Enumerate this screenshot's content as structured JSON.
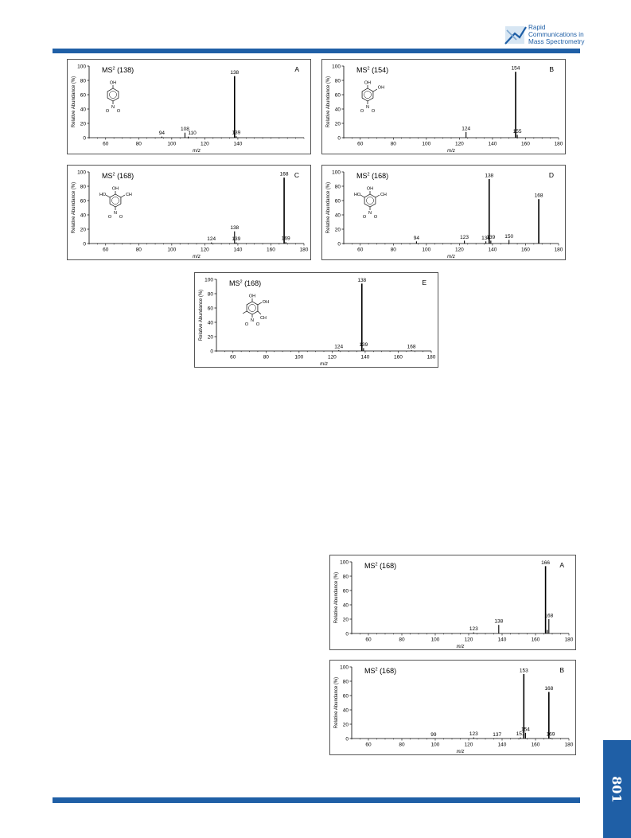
{
  "header": {
    "journal_lines": [
      "Rapid",
      "Communications in",
      "Mass Spectrometry"
    ],
    "accent_color": "#1f5fa6"
  },
  "page_number": "801",
  "chart_data": [
    {
      "type": "bar",
      "panel_label": "A",
      "title": "MS",
      "title_superscript": "2",
      "title_suffix": " (138)",
      "xlabel": "m/z",
      "ylabel": "Relative Abundance (%)",
      "xlim": [
        50,
        180
      ],
      "ylim": [
        0,
        100
      ],
      "xticks": [
        60,
        80,
        100,
        120,
        140
      ],
      "yticks": [
        0,
        20,
        40,
        60,
        80,
        100
      ],
      "peaks": [
        {
          "mz": 94,
          "abundance": 1.5,
          "label": "94"
        },
        {
          "mz": 108,
          "abundance": 7,
          "label": "108"
        },
        {
          "mz": 110,
          "abundance": 1.5,
          "label": "110"
        },
        {
          "mz": 138,
          "abundance": 86,
          "label": "138"
        },
        {
          "mz": 139,
          "abundance": 2,
          "label": "139"
        }
      ],
      "structure_labels": [
        "OH",
        "N",
        "O",
        "O"
      ]
    },
    {
      "type": "bar",
      "panel_label": "B",
      "title": "MS",
      "title_superscript": "2",
      "title_suffix": " (154)",
      "xlabel": "m/z",
      "ylabel": "Relative Abundance (%)",
      "xlim": [
        50,
        180
      ],
      "ylim": [
        0,
        100
      ],
      "xticks": [
        60,
        80,
        100,
        120,
        140,
        160,
        180
      ],
      "yticks": [
        0,
        20,
        40,
        60,
        80,
        100
      ],
      "peaks": [
        {
          "mz": 124,
          "abundance": 8,
          "label": "124"
        },
        {
          "mz": 154,
          "abundance": 92,
          "label": "154"
        },
        {
          "mz": 155,
          "abundance": 4,
          "label": "155"
        }
      ],
      "structure_labels": [
        "OH",
        "OH",
        "N",
        "O",
        "O"
      ]
    },
    {
      "type": "bar",
      "panel_label": "C",
      "title": "MS",
      "title_superscript": "2",
      "title_suffix": " (168)",
      "xlabel": "m/z",
      "ylabel": "Relative Abundance (%)",
      "xlim": [
        50,
        180
      ],
      "ylim": [
        0,
        100
      ],
      "xticks": [
        60,
        80,
        100,
        120,
        140,
        160,
        180
      ],
      "yticks": [
        0,
        20,
        40,
        60,
        80,
        100
      ],
      "peaks": [
        {
          "mz": 124,
          "abundance": 1.5,
          "label": "124"
        },
        {
          "mz": 138,
          "abundance": 17,
          "label": "138"
        },
        {
          "mz": 139,
          "abundance": 1.5,
          "label": "139"
        },
        {
          "mz": 168,
          "abundance": 92,
          "label": "168"
        },
        {
          "mz": 169,
          "abundance": 2,
          "label": "169"
        }
      ],
      "structure_labels": [
        "OH",
        "HO",
        "CH",
        "N",
        "O",
        "O"
      ]
    },
    {
      "type": "bar",
      "panel_label": "D",
      "title": "MS",
      "title_superscript": "2",
      "title_suffix": " (168)",
      "xlabel": "m/z",
      "ylabel": "Relative Abundance (%)",
      "xlim": [
        50,
        180
      ],
      "ylim": [
        0,
        100
      ],
      "xticks": [
        60,
        80,
        100,
        120,
        140,
        160,
        180
      ],
      "yticks": [
        0,
        20,
        40,
        60,
        80,
        100
      ],
      "peaks": [
        {
          "mz": 94,
          "abundance": 3,
          "label": "94"
        },
        {
          "mz": 123,
          "abundance": 4,
          "label": "123"
        },
        {
          "mz": 136,
          "abundance": 3,
          "label": "136"
        },
        {
          "mz": 138,
          "abundance": 90,
          "label": "138"
        },
        {
          "mz": 139,
          "abundance": 4,
          "label": "139"
        },
        {
          "mz": 150,
          "abundance": 5,
          "label": "150"
        },
        {
          "mz": 168,
          "abundance": 62,
          "label": "168"
        }
      ],
      "structure_labels": [
        "OH",
        "HO",
        "CH",
        "N",
        "O",
        "O"
      ]
    },
    {
      "type": "bar",
      "panel_label": "E",
      "title": "MS",
      "title_superscript": "2",
      "title_suffix": " (168)",
      "xlabel": "m/z",
      "ylabel": "Relative Abundance (%)",
      "xlim": [
        50,
        180
      ],
      "ylim": [
        0,
        100
      ],
      "xticks": [
        60,
        80,
        100,
        120,
        140,
        160,
        180
      ],
      "yticks": [
        0,
        20,
        40,
        60,
        80,
        100
      ],
      "peaks": [
        {
          "mz": 124,
          "abundance": 1,
          "label": "124"
        },
        {
          "mz": 138,
          "abundance": 94,
          "label": "138"
        },
        {
          "mz": 139,
          "abundance": 4,
          "label": "139"
        },
        {
          "mz": 168,
          "abundance": 1,
          "label": "168"
        }
      ],
      "structure_labels": [
        "OH",
        "OH",
        "N",
        "O",
        "O",
        "CH"
      ]
    },
    {
      "type": "bar",
      "panel_label": "A",
      "title": "MS",
      "title_superscript": "2",
      "title_suffix": " (168)",
      "xlabel": "m/z",
      "ylabel": "Relative Abundance (%)",
      "xlim": [
        50,
        180
      ],
      "ylim": [
        0,
        100
      ],
      "xticks": [
        60,
        80,
        100,
        120,
        140,
        160,
        180
      ],
      "yticks": [
        0,
        20,
        40,
        60,
        80,
        100
      ],
      "peaks": [
        {
          "mz": 123,
          "abundance": 1.5,
          "label": "123"
        },
        {
          "mz": 138,
          "abundance": 12,
          "label": "138"
        },
        {
          "mz": 166,
          "abundance": 94,
          "label": "166"
        },
        {
          "mz": 167,
          "abundance": 5
        },
        {
          "mz": 168,
          "abundance": 20,
          "label": "168"
        }
      ]
    },
    {
      "type": "bar",
      "panel_label": "B",
      "title": "MS",
      "title_superscript": "2",
      "title_suffix": " (168)",
      "xlabel": "m/z",
      "ylabel": "Relative Abundance (%)",
      "xlim": [
        50,
        180
      ],
      "ylim": [
        0,
        100
      ],
      "xticks": [
        60,
        80,
        100,
        120,
        140,
        160,
        180
      ],
      "yticks": [
        0,
        20,
        40,
        60,
        80,
        100
      ],
      "peaks": [
        {
          "mz": 99,
          "abundance": 0.5,
          "label": "99"
        },
        {
          "mz": 123,
          "abundance": 1.5,
          "label": "123"
        },
        {
          "mz": 137,
          "abundance": 0.5,
          "label": "137"
        },
        {
          "mz": 151,
          "abundance": 1.5,
          "label": "151"
        },
        {
          "mz": 153,
          "abundance": 90,
          "label": "153"
        },
        {
          "mz": 154,
          "abundance": 8,
          "label": "154"
        },
        {
          "mz": 168,
          "abundance": 65,
          "label": "168"
        },
        {
          "mz": 169,
          "abundance": 1,
          "label": "169"
        }
      ]
    }
  ]
}
